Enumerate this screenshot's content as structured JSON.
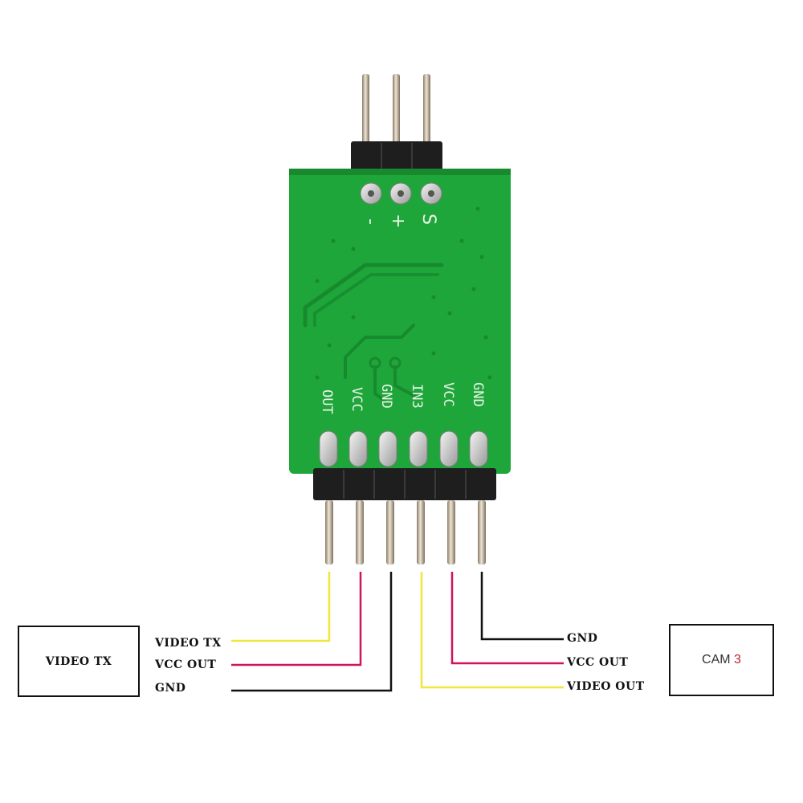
{
  "board": {
    "top_pads": [
      "-",
      "+",
      "S"
    ],
    "bottom_silk": [
      "OUT",
      "VCC",
      "GND",
      "IN3",
      "VCC",
      "GND"
    ]
  },
  "left_device": {
    "label": "VIDEO TX"
  },
  "right_device": {
    "label_main": "CAM",
    "label_accent": "3"
  },
  "left_wires": [
    "VIDEO TX",
    "VCC OUT",
    "GND"
  ],
  "right_wires": [
    "GND",
    "VCC OUT",
    "VIDEO OUT"
  ],
  "colors": {
    "pcb": "#1fa63a",
    "pcb_dark": "#178a2e",
    "wire_yellow": "#f1e63b",
    "wire_red": "#d0145a",
    "wire_black": "#111111",
    "accent_red": "#c8202a"
  }
}
